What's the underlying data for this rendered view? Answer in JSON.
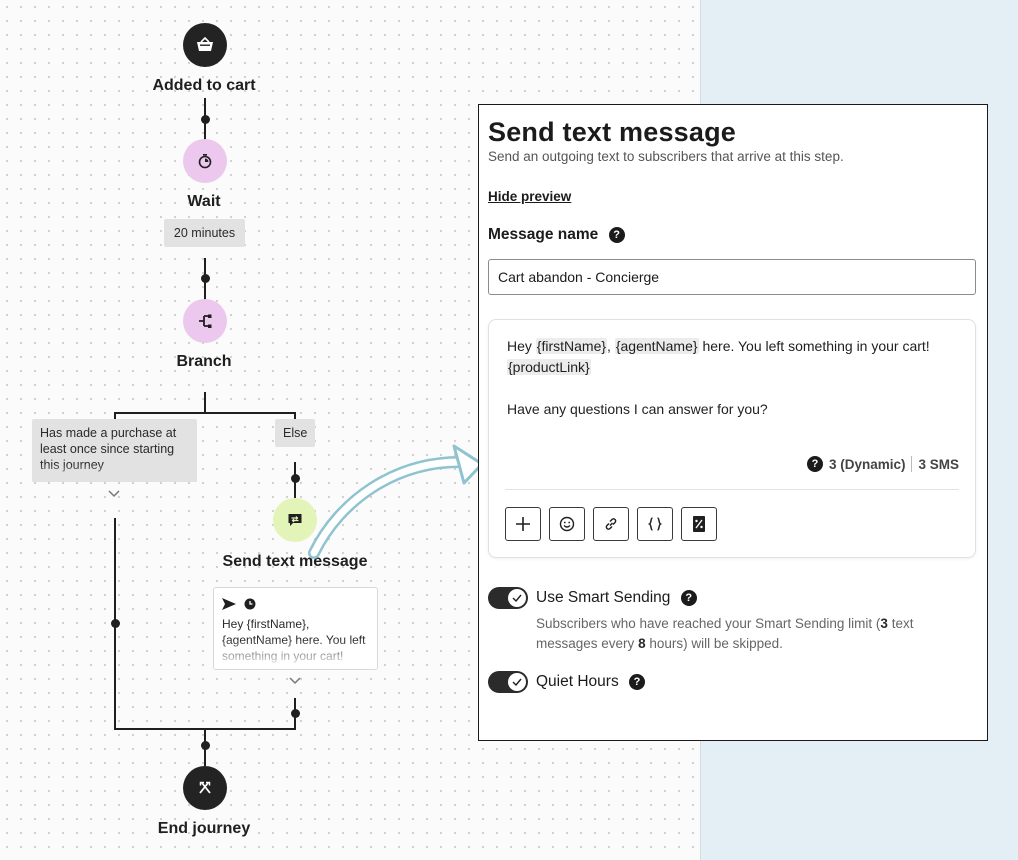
{
  "flow": {
    "trigger_label": "Added to cart",
    "wait_label": "Wait",
    "wait_duration": "20 minutes",
    "branch_label": "Branch",
    "branch_condition": "Has made a purchase at least once since starting this journey",
    "else_label": "Else",
    "send_text_label": "Send text message",
    "preview_text": "Hey {firstName}, {agentName} here. You left something in your cart!",
    "end_label": "End journey"
  },
  "panel": {
    "title": "Send text message",
    "subtitle": "Send an outgoing text to subscribers that arrive at this step.",
    "hide_preview": "Hide preview",
    "message_name_label": "Message name",
    "message_name_value": "Cart abandon - Concierge",
    "message": {
      "greeting": "Hey",
      "token_first_name": "{firstName}",
      "comma": ",",
      "token_agent_name": "{agentName}",
      "after_agent": "here. You left something in your cart!",
      "token_product_link": "{productLink}",
      "second_line": "Have any questions I can answer for you?"
    },
    "count_dynamic": "3 (Dynamic)",
    "count_sms": "3 SMS",
    "toolbar": [
      "add-icon",
      "emoji-icon",
      "link-icon",
      "braces-icon",
      "discount-icon"
    ],
    "smart_sending": {
      "label": "Use Smart Sending",
      "desc_before": "Subscribers who have reached your Smart Sending limit (",
      "limit_count": "3",
      "desc_middle": "text messages every",
      "limit_hours": "8",
      "desc_after": "hours) will be skipped."
    },
    "quiet_hours": {
      "label": "Quiet Hours"
    }
  },
  "colors": {
    "node_dark": "#232323",
    "node_pink": "#ecc8ee",
    "node_green": "#e2f4b8",
    "side_bg": "#e3eff5",
    "arrow": "#8ec3cf"
  }
}
